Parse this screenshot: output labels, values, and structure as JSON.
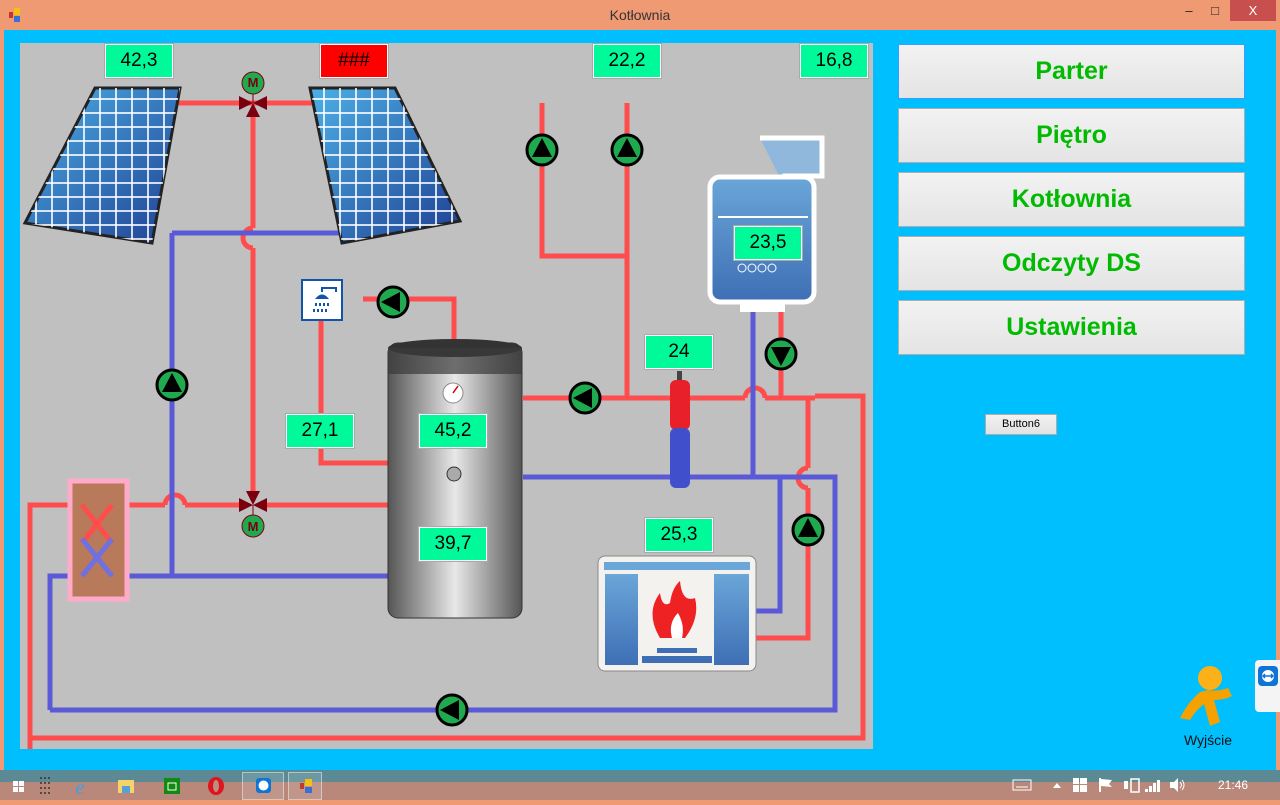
{
  "window": {
    "title": "Kotłownia",
    "minimize_label": "–",
    "maximize_label": "□",
    "close_label": "X"
  },
  "sensors": {
    "solar_left": "42,3",
    "solar_right": "###",
    "heating_circuit_1": "22,2",
    "outdoor": "16,8",
    "gas_boiler": "23,5",
    "dhw_return": "27,1",
    "tank_top": "45,2",
    "tank_bottom": "39,7",
    "buffer": "24",
    "fireplace": "25,3"
  },
  "status_colors": {
    "ok": "#00fa9a",
    "error": "#ff0000",
    "hot_pipe": "#ff4d4d",
    "cold_pipe": "#5a5ad8",
    "pump": "#1faa4f"
  },
  "nav": {
    "parter": "Parter",
    "pietro": "Piętro",
    "kotlownia": "Kotłownia",
    "odczyty": "Odczyty DS",
    "ustawienia": "Ustawienia",
    "button6": "Button6",
    "exit": "Wyjście"
  },
  "valve_labels": {
    "motor": "M"
  },
  "taskbar": {
    "clock": "21:46",
    "apps": [
      "start",
      "apps-grid",
      "internet-explorer",
      "file-explorer",
      "store",
      "opera",
      "teamviewer",
      "kotlownia-app"
    ]
  }
}
